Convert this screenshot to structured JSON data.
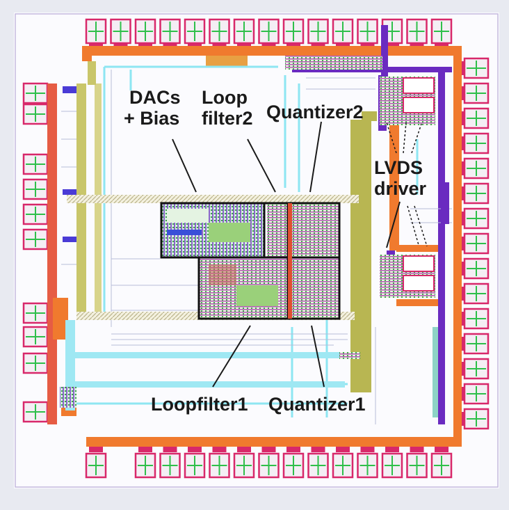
{
  "labels": {
    "dacs_line1": "DACs",
    "dacs_line2": "+ Bias",
    "loop_filter2_line1": "Loop",
    "loop_filter2_line2": "filter2",
    "quantizer2": "Quantizer2",
    "lvds_line1": "LVDS",
    "lvds_line2": "driver",
    "loopfilter1": "Loopfilter1",
    "quantizer1": "Quantizer1"
  },
  "colors": {
    "background": "#e8eaf1",
    "die": "#fbfbfe",
    "pad_ring": "#f07a2e",
    "pad_frame": "#d8286a",
    "pad_fill": "#f4eef4",
    "pad_cross": "#2fbf4a",
    "metal_purple": "#6a2bc0",
    "metal_yellow": "#c9c66a",
    "metal_cyan": "#8ee6f2",
    "block_outline": "#111111"
  },
  "icons": {
    "pad": "bond-pad-glyph"
  }
}
